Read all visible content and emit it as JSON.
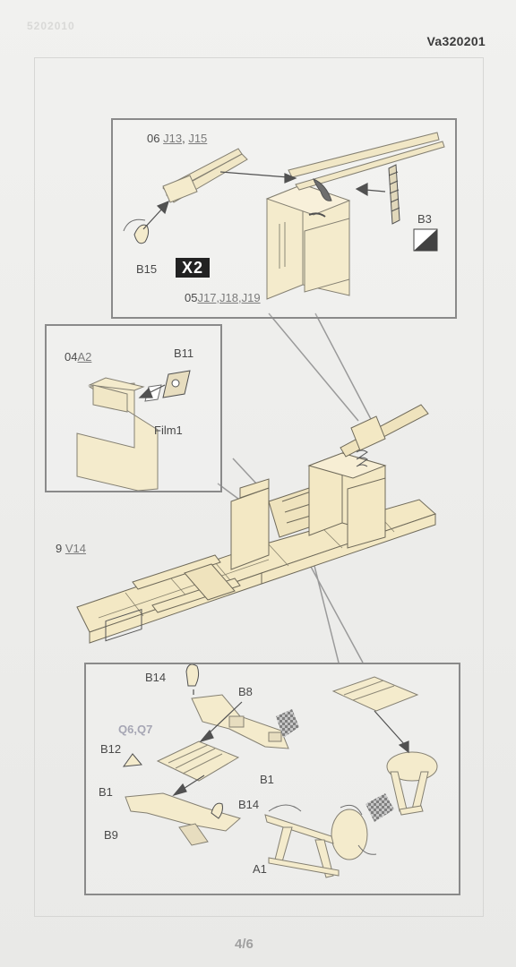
{
  "document": {
    "header_code": "Va320201",
    "ghost_code": "5202010",
    "page_number": "4/6"
  },
  "panel_guns": {
    "step_label": "06",
    "part_a": "J13",
    "sep_a": ",",
    "part_b": "J15",
    "feed_label": "B3",
    "bracket_label": "B15",
    "multiplier": "X2",
    "mount_step": "05",
    "mount_parts": "J17,J18,J19"
  },
  "panel_ammo": {
    "step_label": "04",
    "part": "A2",
    "plate_label": "B11",
    "film_label": "Film1"
  },
  "floor": {
    "step_label": "9",
    "part": "V14"
  },
  "panel_seat": {
    "label_b14_top": "B14",
    "label_b8": "B8",
    "label_q": "Q6,Q7",
    "label_b12": "B12",
    "label_b1_right": "B1",
    "label_b1_left": "B1",
    "label_b14_mid": "B14",
    "label_b9": "B9",
    "label_a1": "A1"
  },
  "colors": {
    "part_fill": "#f3e8c4",
    "part_stroke": "#6f6a5a",
    "panel_border": "#8a8a8a"
  }
}
